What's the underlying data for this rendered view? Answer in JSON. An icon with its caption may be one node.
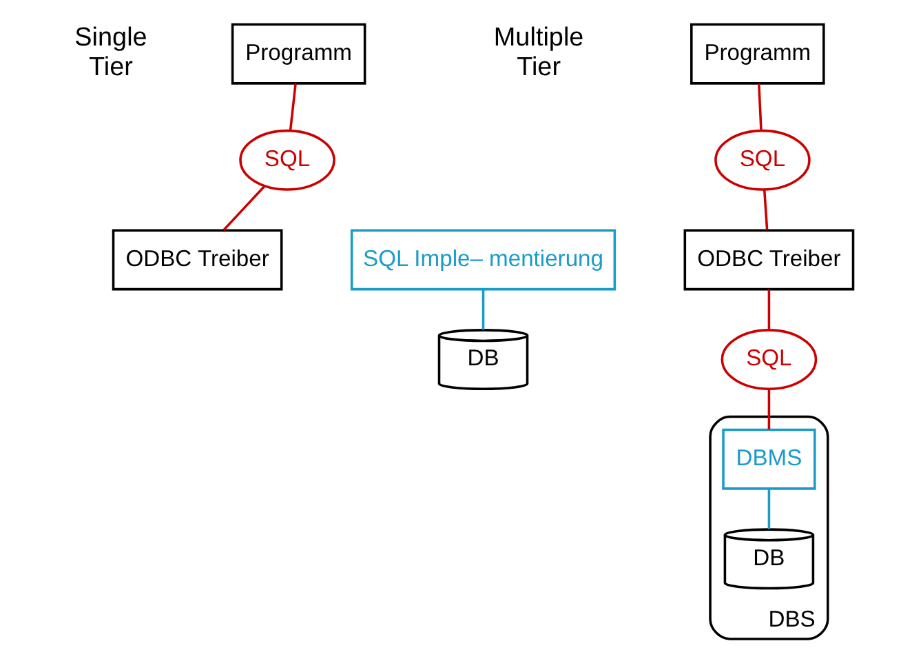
{
  "diagram": {
    "nodes": [
      {
        "text": [
          "Programm"
        ]
      },
      {
        "text": [
          "SQL"
        ]
      },
      {
        "text": [
          "ODBC Treiber"
        ]
      },
      {
        "text": [
          "SQL Imple– mentierung"
        ]
      },
      {
        "text": [
          "DB"
        ]
      },
      {
        "text": [
          "Programm"
        ]
      },
      {
        "text": [
          "SQL"
        ]
      },
      {
        "text": [
          "ODBC Treiber"
        ]
      },
      {
        "text": [
          "SQL"
        ]
      },
      {
        "text": [
          "DBS"
        ]
      },
      {
        "text": [
          "DBMS"
        ],
        "in": 9
      },
      {
        "text": [
          "DB"
        ],
        "in": 9
      }
    ],
    "edges": [
      {
        "from": 0,
        "to": 1,
        "arrow": "none"
      },
      {
        "from": 1,
        "to": 2,
        "arrow": "none"
      },
      {
        "from": 3,
        "to": 4,
        "arrow": "none",
        "color": "#1a9bc9"
      },
      {
        "from": 5,
        "to": 6,
        "arrow": "none"
      },
      {
        "from": 6,
        "to": 7,
        "arrow": "none"
      },
      {
        "from": 7,
        "to": 8,
        "arrow": "none"
      },
      {
        "from": 8,
        "to": 10,
        "arrow": "none"
      },
      {
        "from": 10,
        "to": 11,
        "arrow": "none",
        "color": "#1a9bc9"
      }
    ],
    "labels": [
      "Single Tier",
      "Multiple Tier"
    ]
  }
}
